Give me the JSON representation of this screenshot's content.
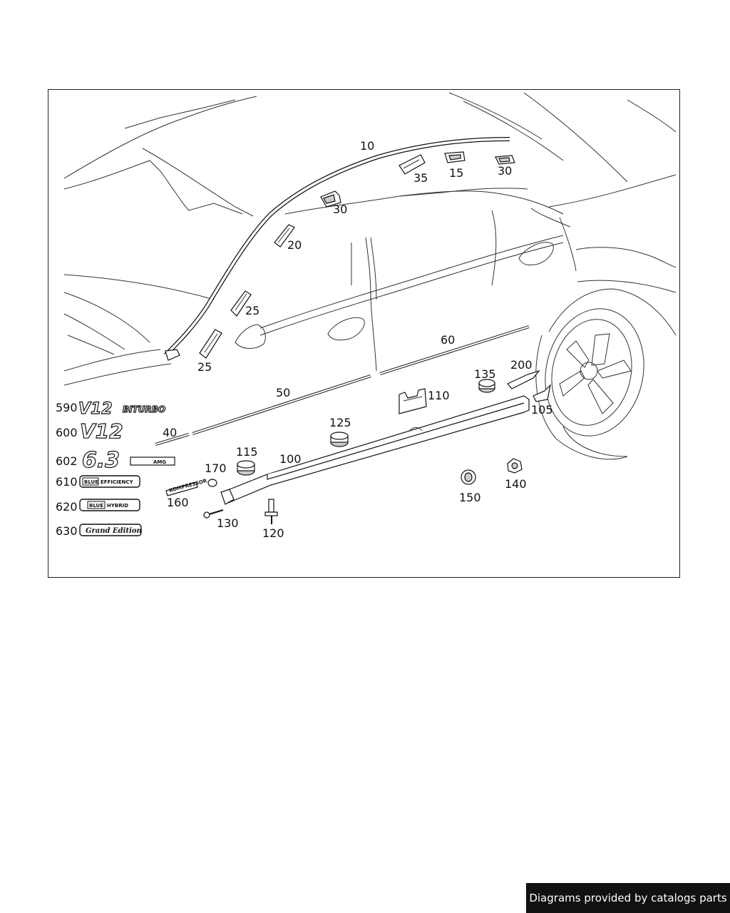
{
  "diagram": {
    "callouts": {
      "c10": "10",
      "c35": "35",
      "c15": "15",
      "c30a": "30",
      "c30b": "30",
      "c20": "20",
      "c25a": "25",
      "c25b": "25",
      "c60": "60",
      "c200": "200",
      "c135": "135",
      "c110": "110",
      "c105": "105",
      "c50": "50",
      "c40": "40",
      "c125": "125",
      "c115": "115",
      "c100": "100",
      "c170": "170",
      "c160": "160",
      "c130": "130",
      "c120": "120",
      "c150": "150",
      "c140": "140"
    },
    "badges": {
      "b590": "590",
      "b600": "600",
      "b602": "602",
      "b610": "610",
      "b620": "620",
      "b630": "630"
    },
    "emblems": {
      "e590_main": "V12",
      "e590_sub": "BITURBO",
      "e600_main": "V12",
      "e602_main": "6.3",
      "e602_sub": "AMG",
      "e610_a": "BLUE",
      "e610_b": "EFFICIENCY",
      "e620_a": "BLUE",
      "e620_b": "HYBRID",
      "e630": "Grand Edition"
    }
  },
  "footer": {
    "credit": "Diagrams provided by catalogs parts"
  },
  "colors": {
    "line": "#333333",
    "frame": "#222222",
    "footer_bg": "#111111"
  }
}
